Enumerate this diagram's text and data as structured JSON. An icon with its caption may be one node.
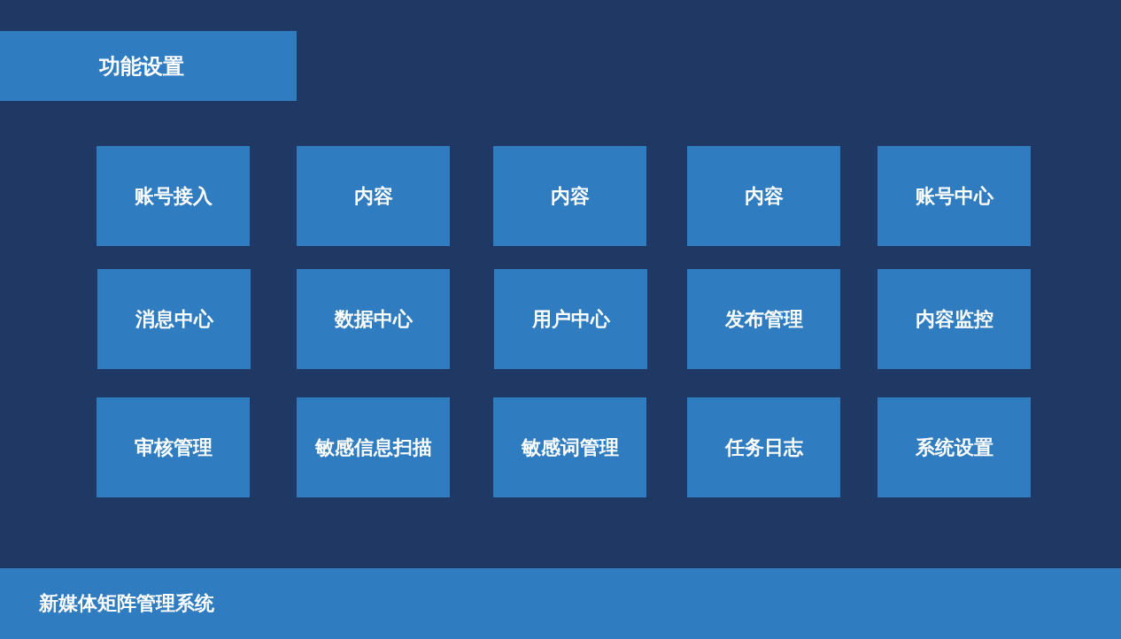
{
  "diagram": {
    "nodes": [
      {
        "text": [
          "功能设置"
        ]
      },
      {
        "text": [
          "账号接入"
        ]
      },
      {
        "text": [
          "内容"
        ]
      },
      {
        "text": [
          "内容"
        ]
      },
      {
        "text": [
          "内容"
        ]
      },
      {
        "text": [
          "账号中心"
        ]
      },
      {
        "text": [
          "消息中心"
        ]
      },
      {
        "text": [
          "数据中心"
        ]
      },
      {
        "text": [
          "用户中心"
        ]
      },
      {
        "text": [
          "发布管理"
        ]
      },
      {
        "text": [
          "内容监控"
        ]
      },
      {
        "text": [
          "审核管理"
        ]
      },
      {
        "text": [
          "敏感信息扫描"
        ]
      },
      {
        "text": [
          "敏感词管理"
        ]
      },
      {
        "text": [
          "任务日志"
        ]
      },
      {
        "text": [
          "系统设置"
        ]
      },
      {
        "text": [
          "新媒体矩阵管理系统"
        ]
      }
    ]
  }
}
